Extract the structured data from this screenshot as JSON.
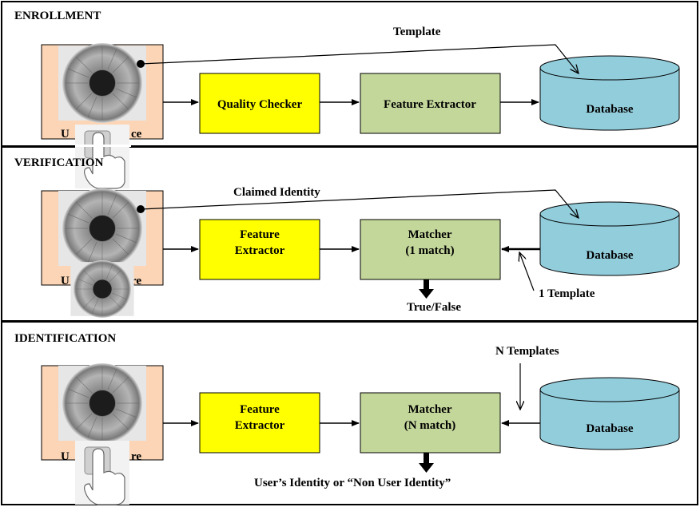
{
  "colors": {
    "quality_box": "#ffff00",
    "process_box": "#c4d79b",
    "database": "#92cddc",
    "user_bg": "#fbd5b5",
    "iris": "#888888"
  },
  "enrollment": {
    "title": "ENROLLMENT",
    "template_label": "Template",
    "user_interface_label_left": "U",
    "user_interface_label_right": "ce",
    "quality_checker": "Quality Checker",
    "feature_extractor": "Feature Extractor",
    "database": "Database"
  },
  "verification": {
    "title": "VERIFICATION",
    "claimed_identity_label": "Claimed Identity",
    "user_interface_label_left": "U",
    "user_interface_label_right": "re",
    "feature_extractor_line1": "Feature",
    "feature_extractor_line2": "Extractor",
    "matcher_line1": "Matcher",
    "matcher_line2": "(1 match)",
    "database": "Database",
    "result_label": "True/False",
    "template_count_label": "1 Template"
  },
  "identification": {
    "title": "IDENTIFICATION",
    "templates_label": "N Templates",
    "user_interface_label_left": "U",
    "user_interface_label_right": "re",
    "feature_extractor_line1": "Feature",
    "feature_extractor_line2": "Extractor",
    "matcher_line1": "Matcher",
    "matcher_line2": "(N match)",
    "database": "Database",
    "result_label": "User’s Identity or “Non User Identity”"
  }
}
